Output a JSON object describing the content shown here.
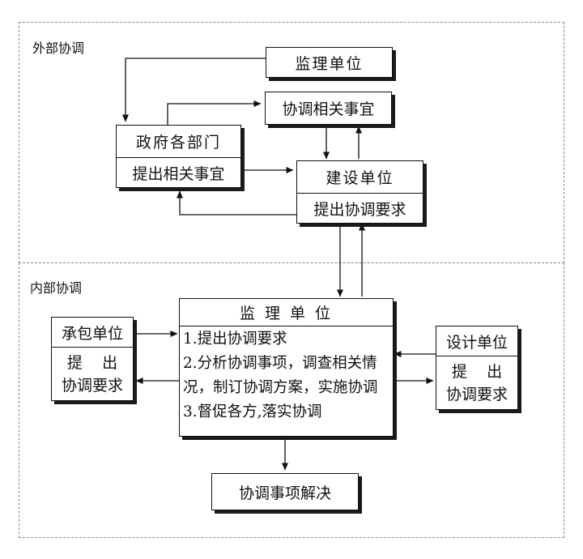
{
  "regions": {
    "external": {
      "label": "外部协调"
    },
    "internal": {
      "label": "内部协调"
    }
  },
  "boxes": {
    "supervisor_top": {
      "title": "监理单位"
    },
    "coordinate_matters": {
      "title": "协调相关事宜"
    },
    "government": {
      "title": "政府各部门",
      "subtitle": "提出相关事宜"
    },
    "construction": {
      "title": "建设单位",
      "subtitle": "提出协调要求"
    },
    "contractor": {
      "title": "承包单位",
      "subtitle_line1": "提    出",
      "subtitle_line2": "协调要求"
    },
    "designer": {
      "title": "设计单位",
      "subtitle_line1": "提    出",
      "subtitle_line2": "协调要求"
    },
    "supervisor_main": {
      "title": "监 理 单 位",
      "lines": [
        "1.提出协调要求",
        "2.分析协调事项，调查相关情",
        "况，制订协调方案，实施协调",
        "3.督促各方,落实协调"
      ]
    },
    "resolved": {
      "title": "协调事项解决"
    }
  }
}
